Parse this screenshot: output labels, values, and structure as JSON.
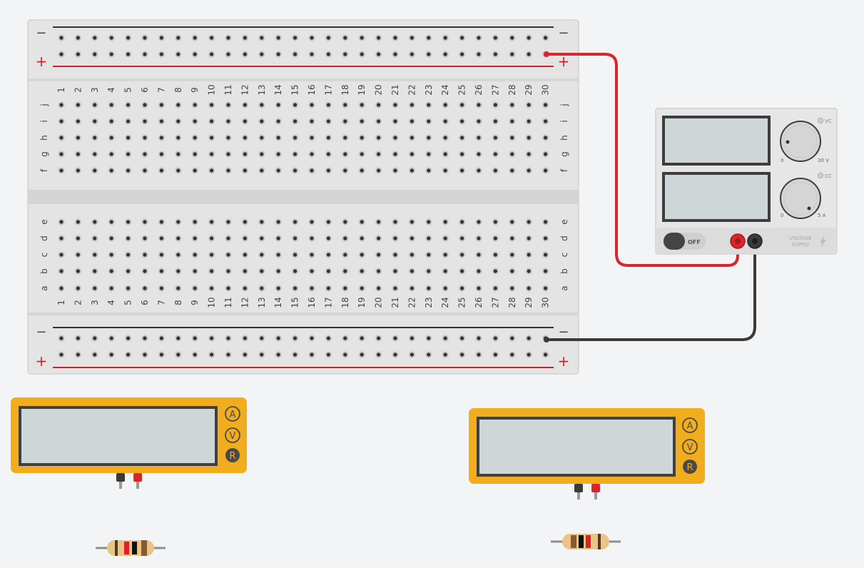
{
  "breadboard": {
    "columns": 30,
    "top_rows": [
      "j",
      "i",
      "h",
      "g",
      "f"
    ],
    "bottom_rows": [
      "e",
      "d",
      "c",
      "b",
      "a"
    ],
    "rail_minus": "−",
    "rail_plus": "+"
  },
  "power_supply": {
    "vc_label": "VC",
    "cc_label": "CC",
    "voltage_min": "0",
    "voltage_max": "30 V",
    "current_min": "0",
    "current_max": "5 A",
    "switch_state": "OFF",
    "brand_line1": "VOLTAGE",
    "brand_line2": "SUPPLY"
  },
  "multimeters": [
    {
      "modes": [
        "A",
        "V",
        "R"
      ],
      "selected": "R"
    },
    {
      "modes": [
        "A",
        "V",
        "R"
      ],
      "selected": "R"
    }
  ],
  "colors": {
    "positive_wire": "#d9262c",
    "negative_wire": "#3a3a3a",
    "multimeter_body": "#f2ad1d",
    "breadboard": "#e4e4e4"
  },
  "icons": {
    "power_supply_logo": "lightning-bolt-icon"
  }
}
